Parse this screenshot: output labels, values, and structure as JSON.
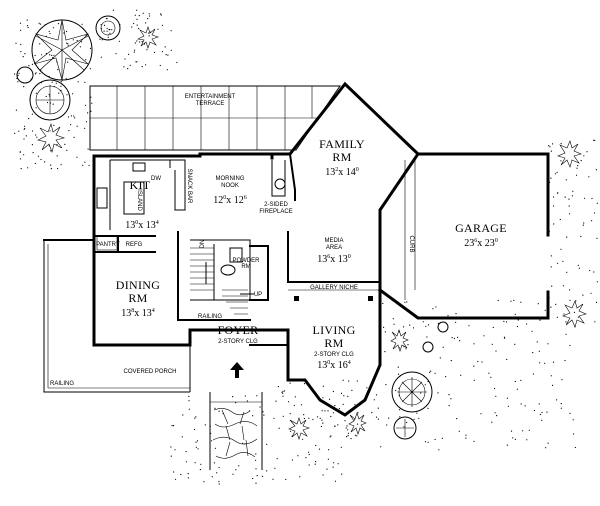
{
  "rooms": {
    "family": {
      "name1": "FAMILY",
      "name2": "RM",
      "dim": "13",
      "dim_a": "2",
      "dim_b": "x 14",
      "dim_c": "0"
    },
    "kit": {
      "name": "KIT",
      "dim": "13",
      "dim_a": "0",
      "dim_b": "x 13",
      "dim_c": "4"
    },
    "nook": {
      "name1": "MORNING",
      "name2": "NOOK",
      "dim": "12",
      "dim_a": "0",
      "dim_b": "x 12",
      "dim_c": "6"
    },
    "garage": {
      "name": "GARAGE",
      "dim": "23",
      "dim_a": "6",
      "dim_b": "x 23",
      "dim_c": "0"
    },
    "media": {
      "name1": "MEDIA",
      "name2": "AREA",
      "dim": "13",
      "dim_a": "6",
      "dim_b": "x 13",
      "dim_c": "0"
    },
    "dining": {
      "name1": "DINING",
      "name2": "RM",
      "dim": "13",
      "dim_a": "8",
      "dim_b": "x 13",
      "dim_c": "4"
    },
    "foyer": {
      "name": "FOYER",
      "note": "2-STORY CLG"
    },
    "living": {
      "name1": "LIVING",
      "name2": "RM",
      "note": "2-STORY CLG",
      "dim": "13",
      "dim_a": "0",
      "dim_b": "x 16",
      "dim_c": "4"
    }
  },
  "labels": {
    "terrace1": "ENTERTAINMENT",
    "terrace2": "TERRACE",
    "snack_bar": "SNACK BAR",
    "island": "ISLAND",
    "dw": "DW",
    "pantry": "PANTRY",
    "refg": "REFG",
    "fireplace1": "2-SIDED",
    "fireplace2": "FIREPLACE",
    "powder1": "POWDER",
    "powder2": "RM",
    "dn": "DN",
    "up": "UP",
    "railing": "RAILING",
    "gallery_niche": "GALLERY NICHE",
    "curb": "CURB",
    "covered_porch": "COVERED PORCH",
    "porch_railing": "RAILING"
  }
}
